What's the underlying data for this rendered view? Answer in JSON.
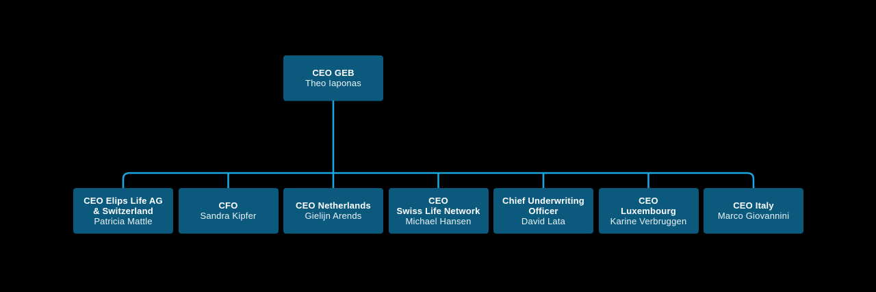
{
  "colors": {
    "background": "#000000",
    "node_fill": "#0b5a7d",
    "connector": "#1aa7e0",
    "title_text": "#ffffff",
    "name_text": "#e9f2f6"
  },
  "org_chart": {
    "root": {
      "title": "CEO GEB",
      "name": "Theo Iaponas"
    },
    "children": [
      {
        "title": "CEO Elips Life AG\n& Switzerland",
        "name": "Patricia Mattle"
      },
      {
        "title": "CFO",
        "name": "Sandra Kipfer"
      },
      {
        "title": "CEO Netherlands",
        "name": "Gielijn Arends"
      },
      {
        "title": "CEO\nSwiss Life Network",
        "name": "Michael Hansen"
      },
      {
        "title": "Chief Underwriting\nOfficer",
        "name": "David Lata"
      },
      {
        "title": "CEO\nLuxembourg",
        "name": "Karine Verbruggen"
      },
      {
        "title": "CEO Italy",
        "name": "Marco Giovannini"
      }
    ]
  }
}
